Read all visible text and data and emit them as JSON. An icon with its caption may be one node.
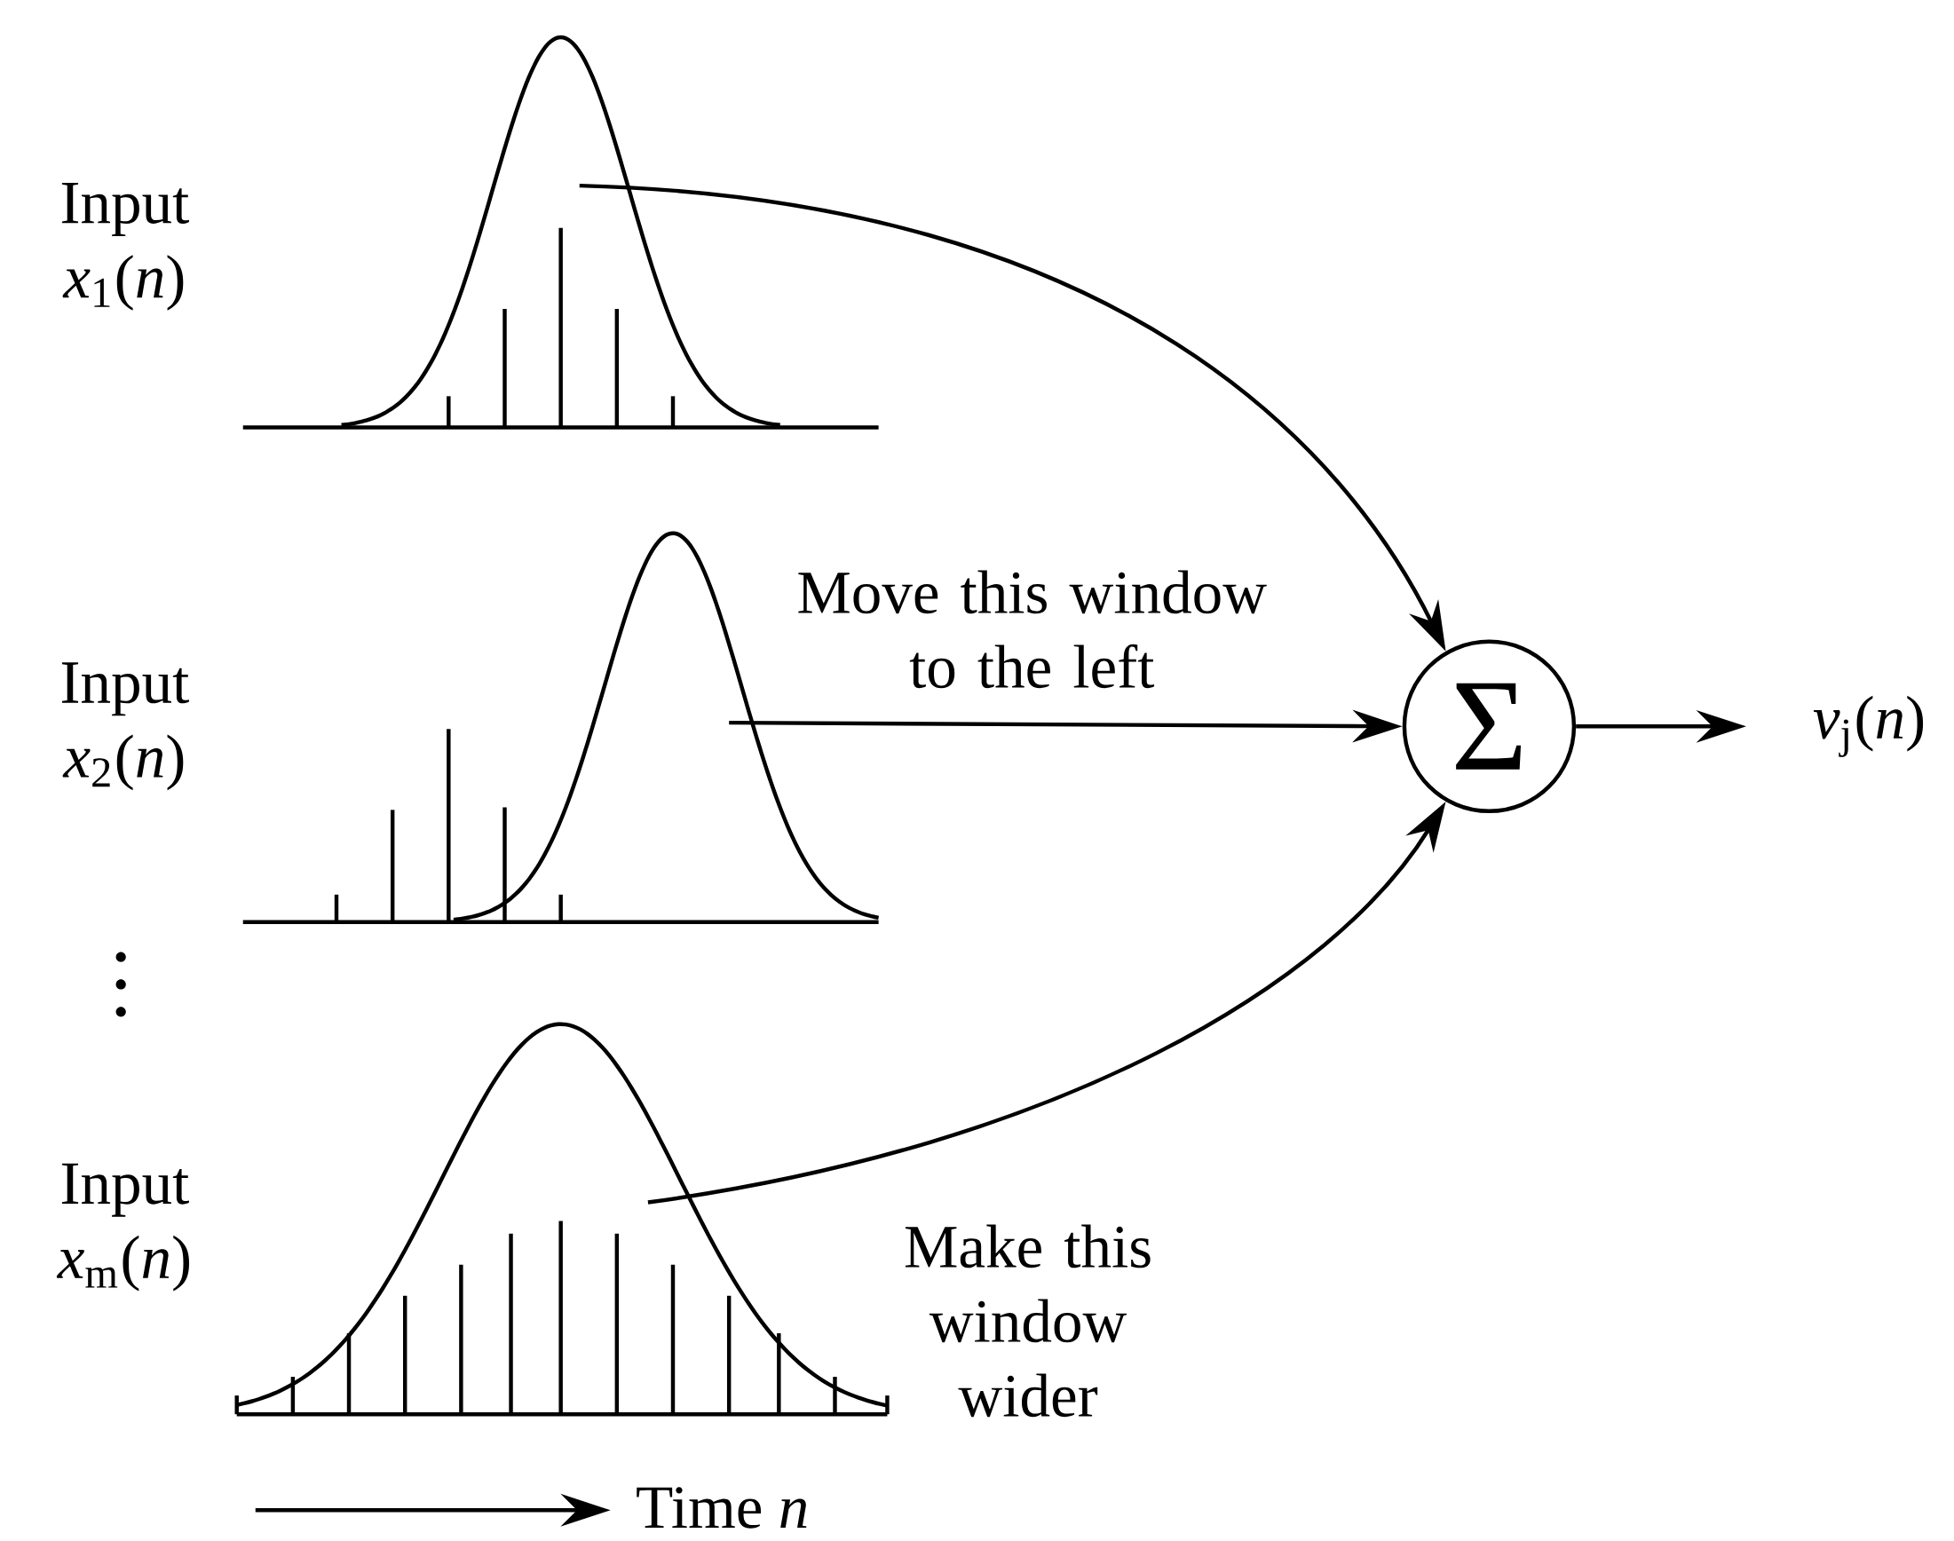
{
  "diagram": {
    "nodes": [
      {
        "text": [
          "Input *x*$_{1}$(*n*)"
        ]
      },
      {
        "text": [
          "Input *x*$_{2}$(*n*)"
        ]
      },
      {
        "text": [
          "Input *x*$_{m}$(*n*)"
        ]
      },
      {
        "text": [],
        "shape": "picture"
      },
      {
        "text": [],
        "shape": "picture",
        "beside": [
          "Move this window to the left"
        ]
      },
      {
        "text": [],
        "shape": "picture",
        "beside": [
          "Make this window wider"
        ]
      },
      {
        "text": [
          "Σ"
        ]
      },
      {
        "text": [
          "*v*$_{j}$(*n*)"
        ]
      }
    ],
    "edges": [
      {
        "from": 3,
        "to": 6,
        "arrow": "to"
      },
      {
        "from": 4,
        "to": 6,
        "arrow": "to"
      },
      {
        "from": 5,
        "to": 6,
        "arrow": "to"
      },
      {
        "from": 6,
        "to": 7,
        "arrow": "to"
      }
    ],
    "labels": [
      "Time *n*"
    ]
  }
}
